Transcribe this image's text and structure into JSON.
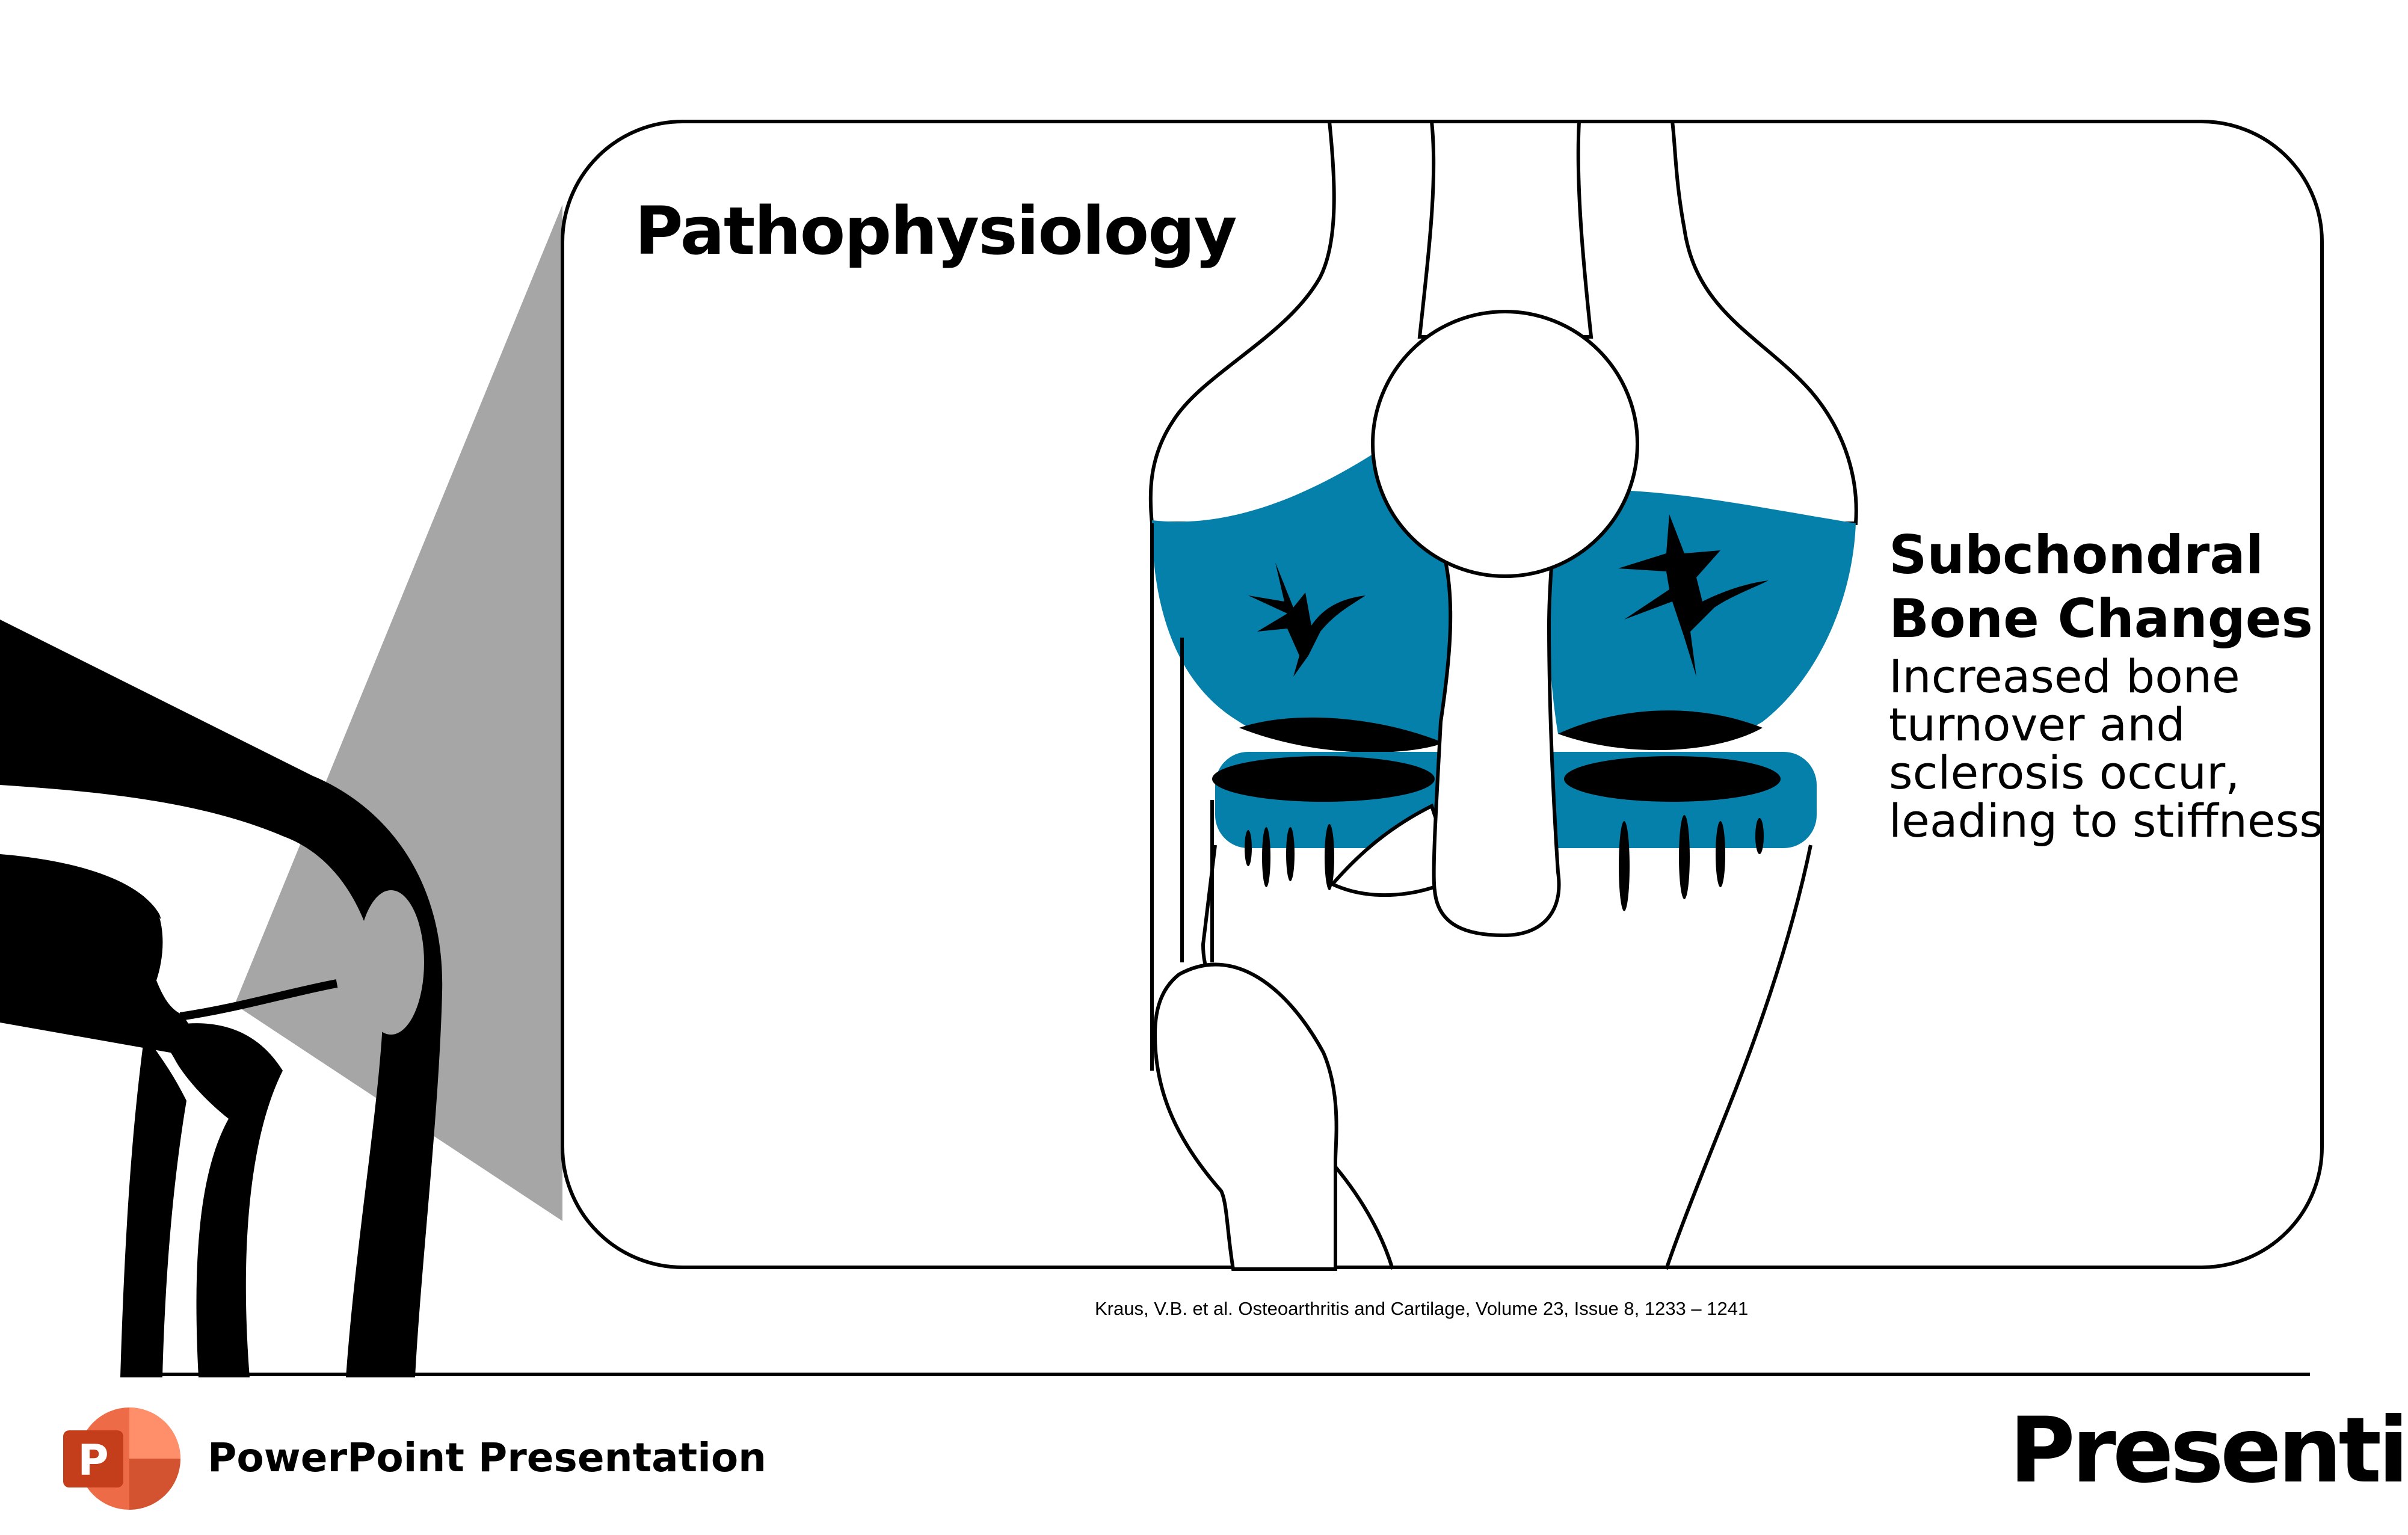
{
  "slide": {
    "title": "Pathophysiology",
    "panel_heading": "Subchondral Bone Changes",
    "panel_body": "Increased bone turnover and sclerosis occur, leading to stiffness",
    "citation": "Kraus, V.B. et al. Osteoarthritis and Cartilage, Volume 23, Issue 8, 1233 – 1241"
  },
  "footer": {
    "app_label": "PowerPoint Presentation",
    "app_icon_letter": "P",
    "brand": "Presentile"
  },
  "icons": [
    "knee-leg-silhouette-icon",
    "knee-joint-diagram-icon",
    "powerpoint-icon",
    "presentile-logo-icon"
  ],
  "colors": {
    "accent_blue": "#0480ab",
    "zoom_wedge": "#a6a6a6",
    "outline": "#000000",
    "ppt_orange": "#d35230"
  }
}
